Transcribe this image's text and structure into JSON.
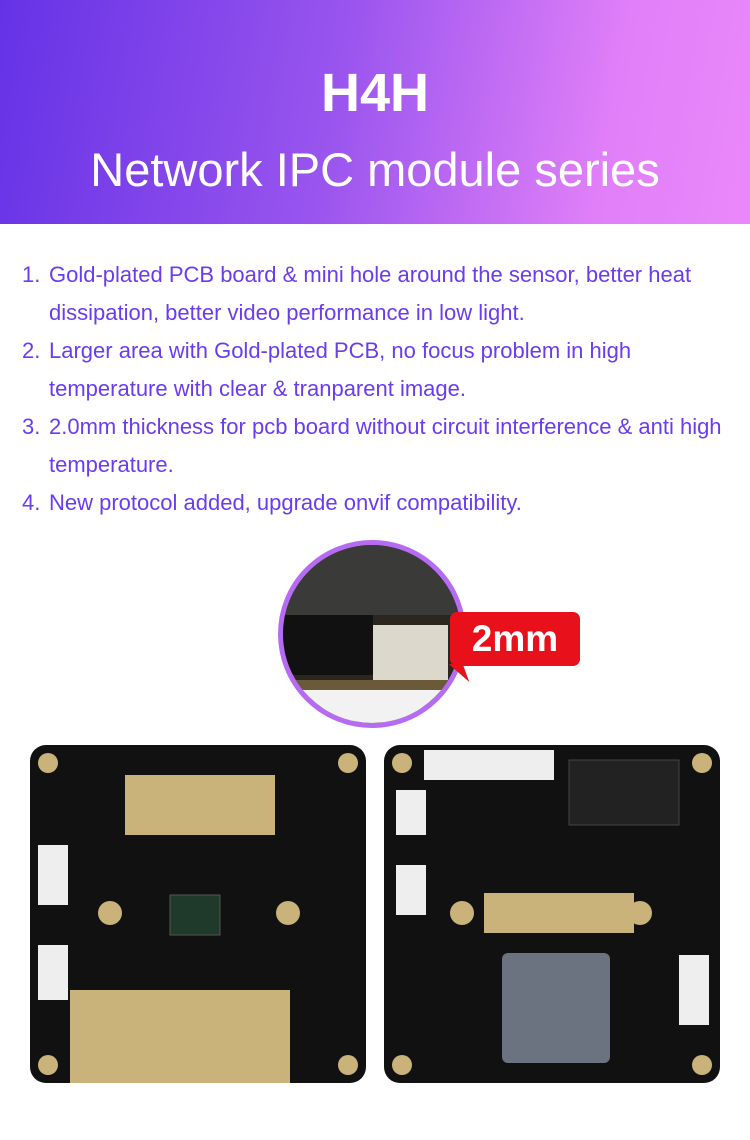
{
  "header": {
    "title": "H4H",
    "subtitle": "Network IPC module series"
  },
  "features": [
    {
      "num": "1.",
      "text": "Gold-plated PCB board & mini hole around the sensor, better heat dissipation, better video performance in low light."
    },
    {
      "num": "2.",
      "text": "Larger area with Gold-plated PCB, no focus problem in high temperature with clear & tranparent image."
    },
    {
      "num": "3.",
      "text": "2.0mm thickness for pcb board without circuit interference & anti high temperature."
    },
    {
      "num": "4.",
      "text": "New protocol added, upgrade onvif compatibility."
    }
  ],
  "callout": {
    "label": "2mm"
  },
  "colors": {
    "text": "#6a3cf0",
    "callout": "#e8101a",
    "gold": "#c9b37a"
  }
}
